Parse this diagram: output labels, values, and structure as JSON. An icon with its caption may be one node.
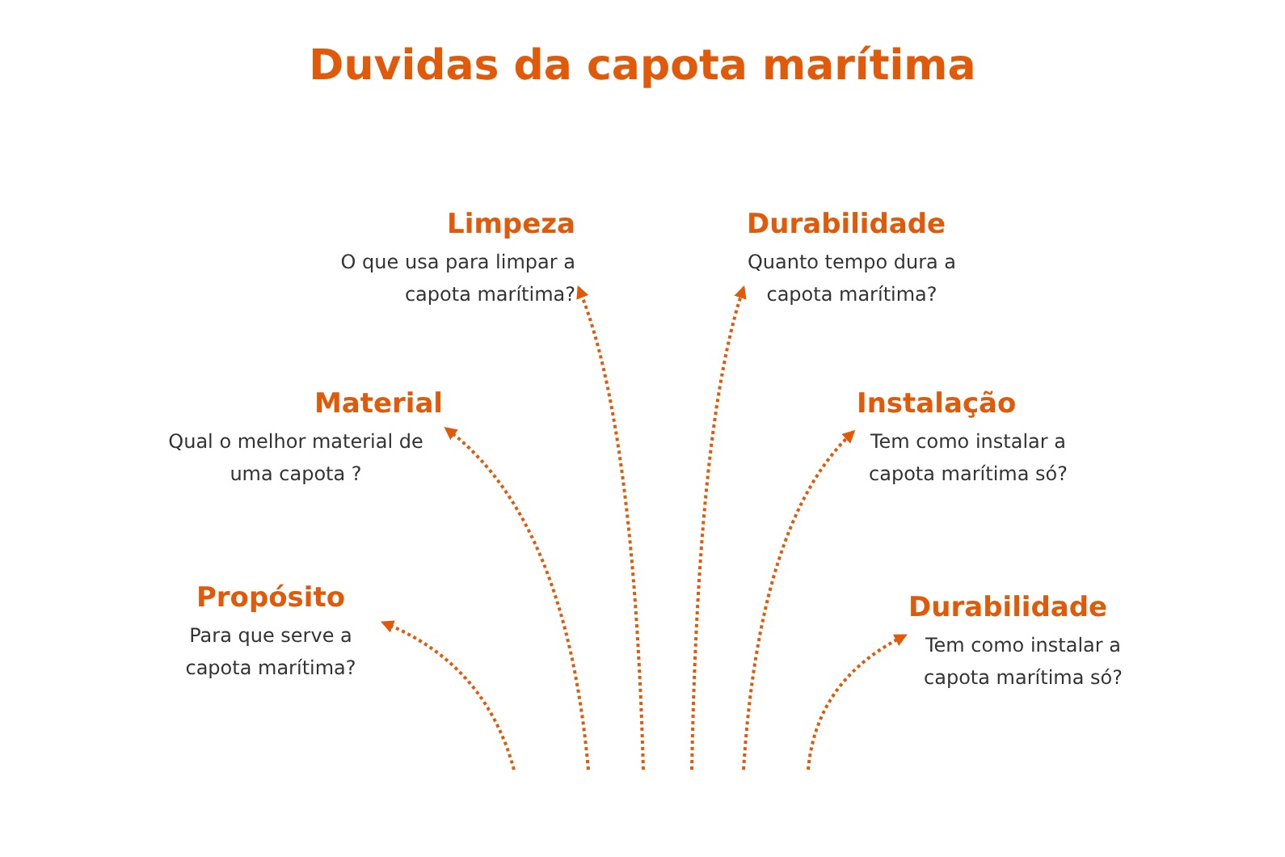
{
  "diagram": {
    "title": "Duvidas da capota marítima",
    "nodes": [
      {
        "text": [
          "Limpeza",
          "O que usa para limpar a capota marítima?"
        ]
      },
      {
        "text": [
          "Durabilidade",
          "Quanto tempo dura a capota marítima?"
        ]
      },
      {
        "text": [
          "Material",
          "Qual o melhor material de uma capota ?"
        ]
      },
      {
        "text": [
          "Instalação",
          "Tem como instalar a capota marítima só?"
        ]
      },
      {
        "text": [
          "Propósito",
          "Para que serve a capota marítima?"
        ]
      },
      {
        "text": [
          "Durabilidade",
          "Tem como instalar a capota marítima só?"
        ]
      }
    ],
    "edges": [
      {
        "from": null,
        "to": 0,
        "arrow": "to"
      },
      {
        "from": null,
        "to": 1,
        "arrow": "to"
      },
      {
        "from": null,
        "to": 2,
        "arrow": "to"
      },
      {
        "from": null,
        "to": 3,
        "arrow": "to"
      },
      {
        "from": null,
        "to": 4,
        "arrow": "to"
      },
      {
        "from": null,
        "to": 5,
        "arrow": "to"
      }
    ]
  }
}
